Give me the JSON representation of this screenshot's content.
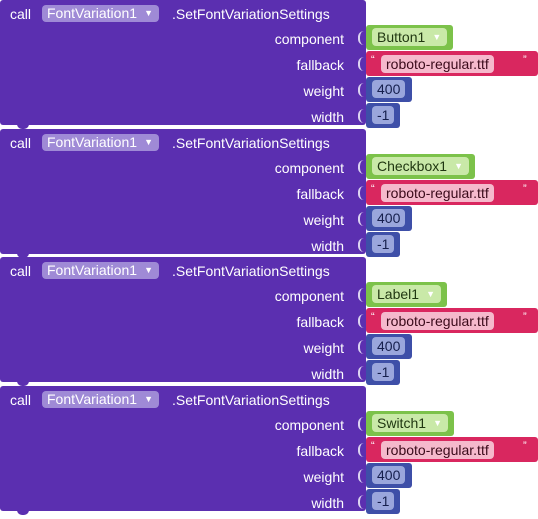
{
  "blocks": [
    {
      "call": "call",
      "component_type": "FontVariation1",
      "method": ".SetFontVariationSettings",
      "params": {
        "component": "component",
        "fallback": "fallback",
        "weight": "weight",
        "width": "width"
      },
      "component_value": "Button1",
      "fallback_value": "roboto-regular.ttf",
      "weight_value": "400",
      "width_value": "-1"
    },
    {
      "call": "call",
      "component_type": "FontVariation1",
      "method": ".SetFontVariationSettings",
      "params": {
        "component": "component",
        "fallback": "fallback",
        "weight": "weight",
        "width": "width"
      },
      "component_value": "Checkbox1",
      "fallback_value": "roboto-regular.ttf",
      "weight_value": "400",
      "width_value": "-1"
    },
    {
      "call": "call",
      "component_type": "FontVariation1",
      "method": ".SetFontVariationSettings",
      "params": {
        "component": "component",
        "fallback": "fallback",
        "weight": "weight",
        "width": "width"
      },
      "component_value": "Label1",
      "fallback_value": "roboto-regular.ttf",
      "weight_value": "400",
      "width_value": "-1"
    },
    {
      "call": "call",
      "component_type": "FontVariation1",
      "method": ".SetFontVariationSettings",
      "params": {
        "component": "component",
        "fallback": "fallback",
        "weight": "weight",
        "width": "width"
      },
      "component_value": "Switch1",
      "fallback_value": "roboto-regular.ttf",
      "weight_value": "400",
      "width_value": "-1"
    }
  ],
  "glyphs": {
    "dropdown_arrow": "▼",
    "open_quote": "“",
    "close_quote": "”"
  },
  "colors": {
    "procedure_block": "#5b2fb0",
    "component_block": "#7cc24a",
    "text_block": "#d9275f",
    "math_block": "#3e4fa8"
  }
}
